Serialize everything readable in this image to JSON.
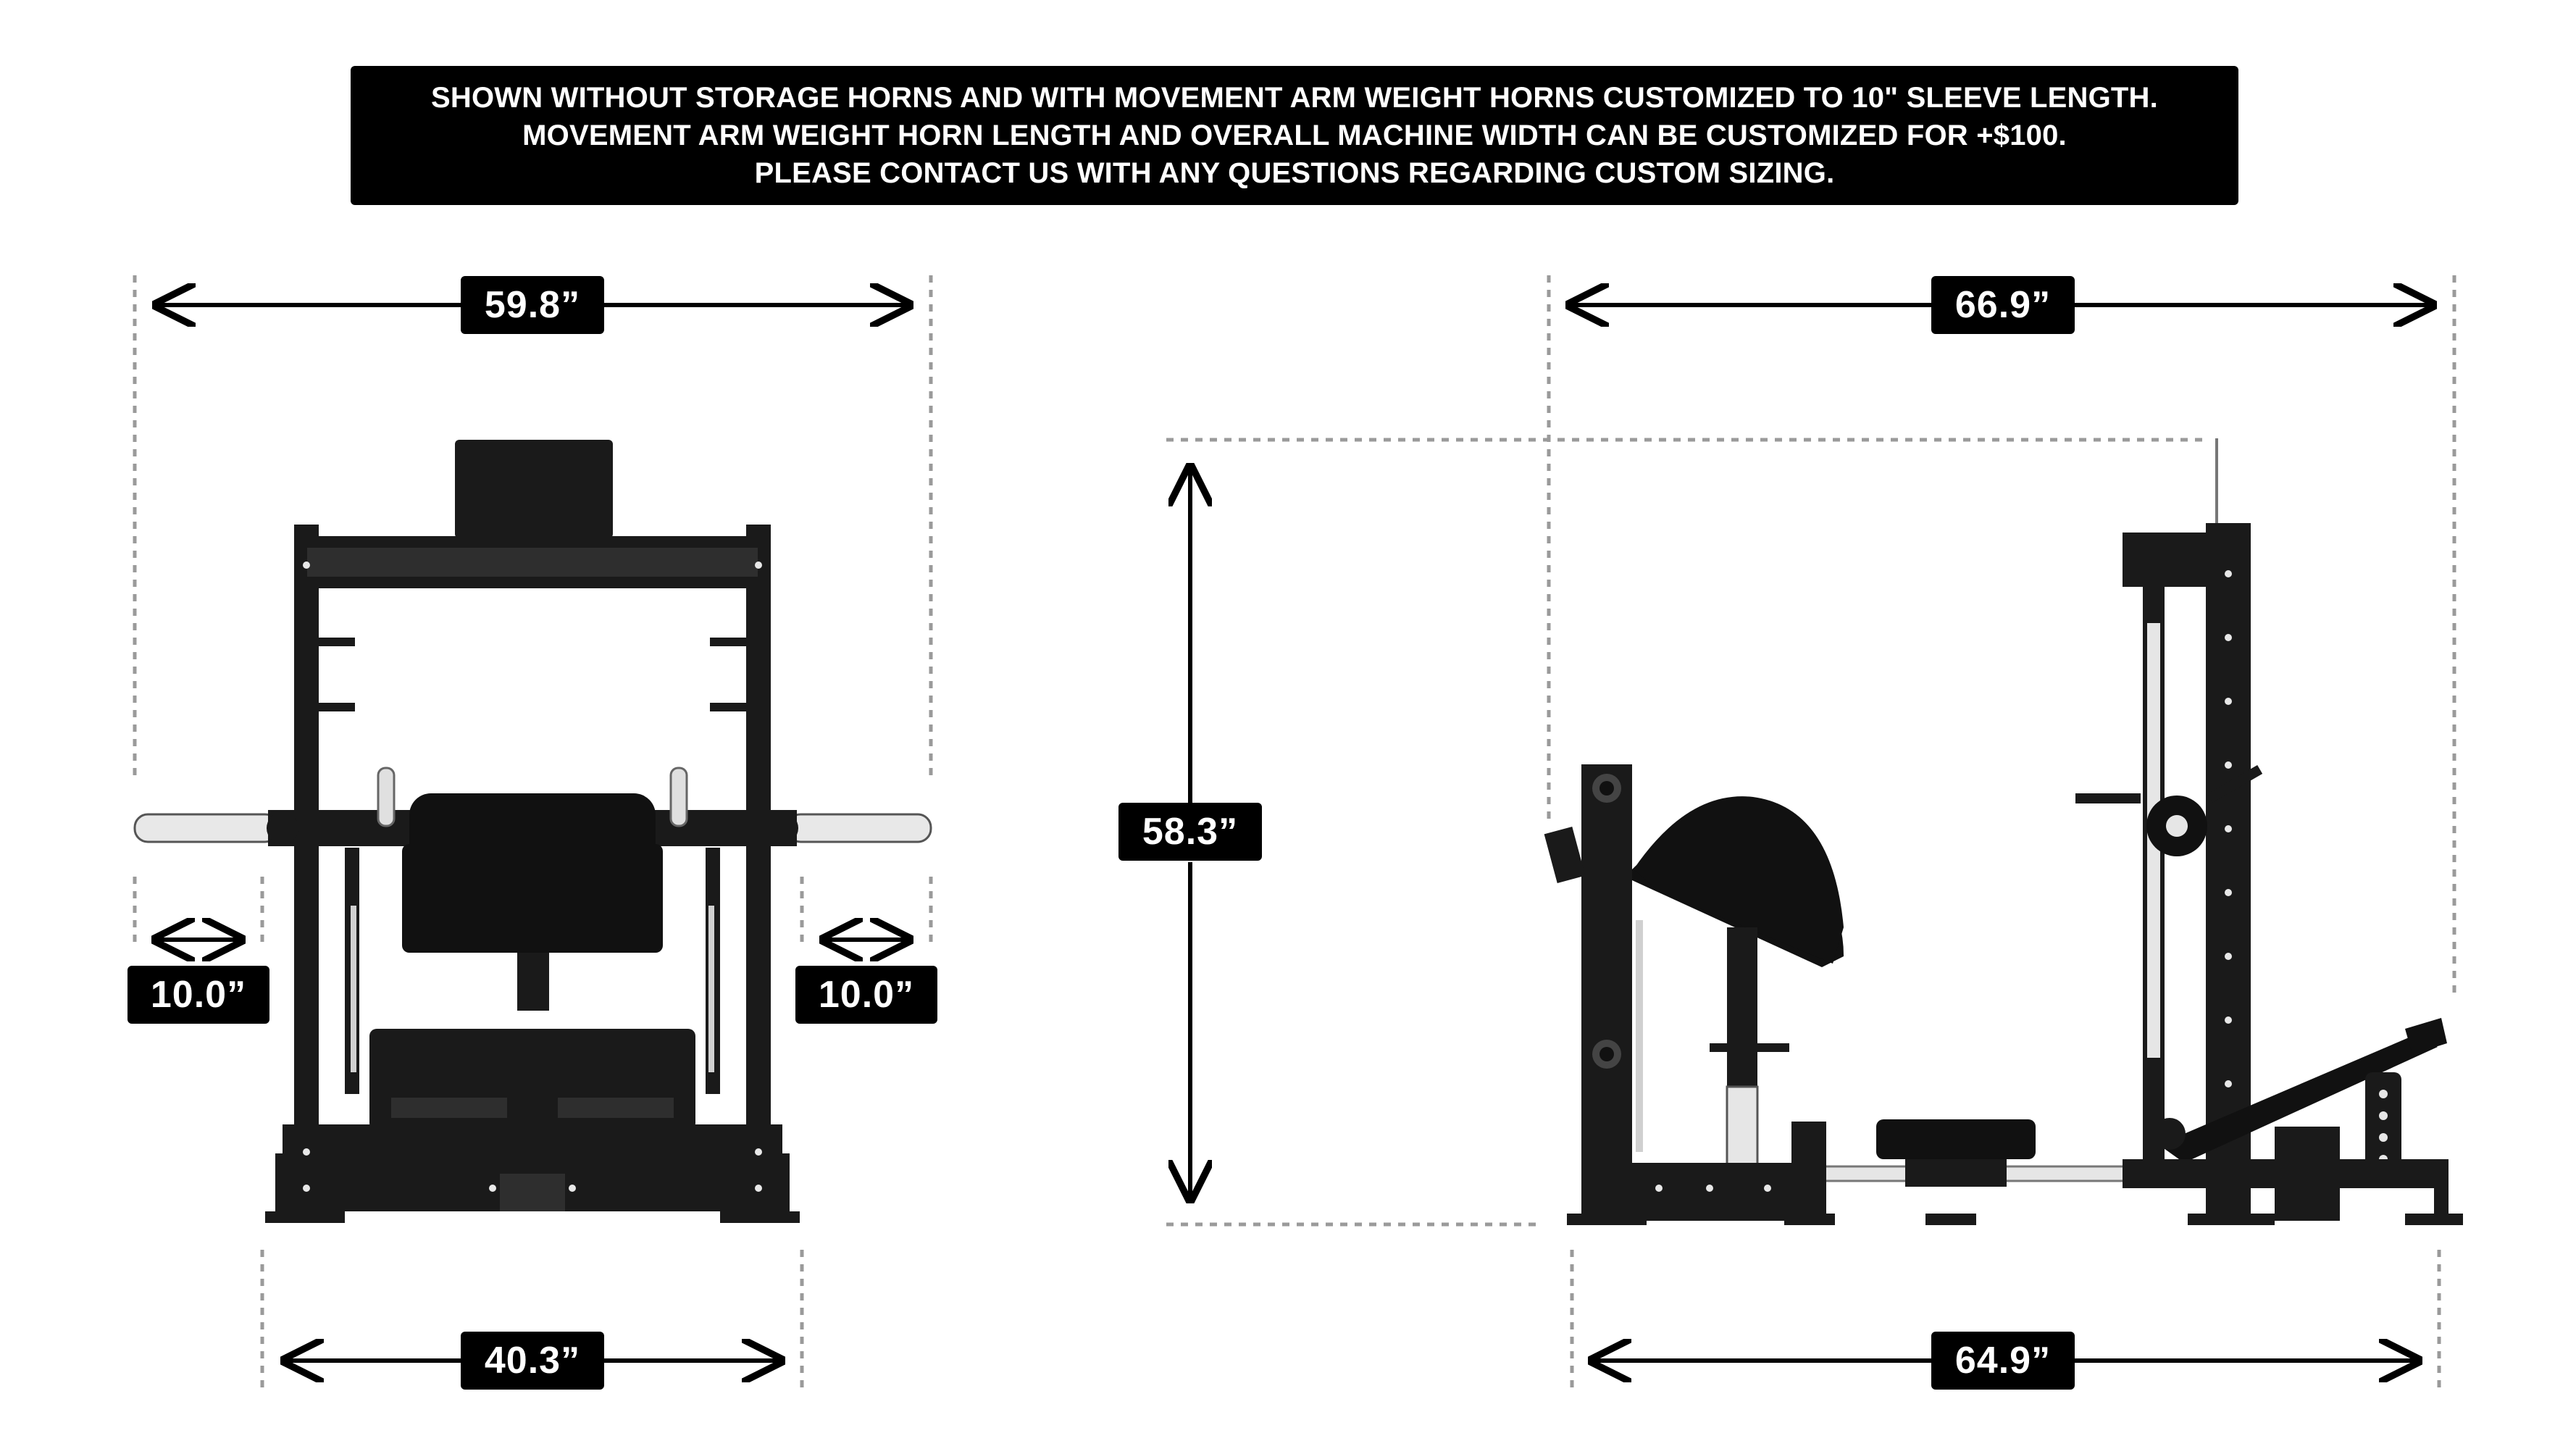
{
  "notice": {
    "lines": [
      "SHOWN WITHOUT STORAGE HORNS AND WITH MOVEMENT ARM WEIGHT HORNS CUSTOMIZED TO 10\" SLEEVE LENGTH.",
      "MOVEMENT ARM WEIGHT HORN LENGTH AND OVERALL MACHINE WIDTH CAN BE CUSTOMIZED FOR +$100.",
      "PLEASE CONTACT US WITH ANY QUESTIONS REGARDING CUSTOM SIZING."
    ]
  },
  "front_view": {
    "overall_width": "59.8”",
    "base_width": "40.3”",
    "left_horn": "10.0”",
    "right_horn": "10.0”"
  },
  "side_view": {
    "overall_length": "66.9”",
    "base_length": "64.9”",
    "height": "58.3”"
  },
  "colors": {
    "frame": "#1a1a1a",
    "accent": "#000000",
    "background": "#ffffff",
    "sleeve": "#e6e6e6",
    "guide": "#999999"
  }
}
